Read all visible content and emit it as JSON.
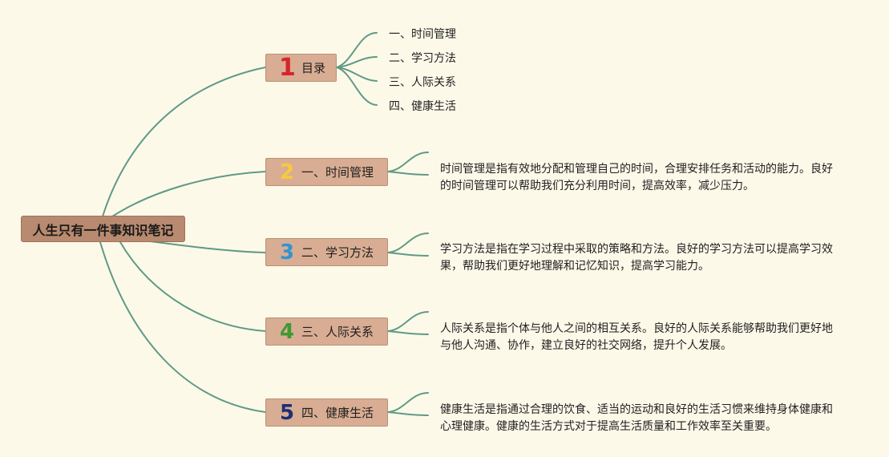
{
  "root": {
    "label": "人生只有一件事知识笔记"
  },
  "branches": [
    {
      "number": "1",
      "label": "目录"
    },
    {
      "number": "2",
      "label": "一、时间管理"
    },
    {
      "number": "3",
      "label": "二、学习方法"
    },
    {
      "number": "4",
      "label": "三、人际关系"
    },
    {
      "number": "5",
      "label": "四、健康生活"
    }
  ],
  "toc": [
    "一、时间管理",
    "二、学习方法",
    "三、人际关系",
    "四、健康生活"
  ],
  "descriptions": [
    "时间管理是指有效地分配和管理自己的时间，合理安排任务和活动的能力。良好的时间管理可以帮助我们充分利用时间，提高效率，减少压力。",
    "学习方法是指在学习过程中采取的策略和方法。良好的学习方法可以提高学习效果，帮助我们更好地理解和记忆知识，提高学习能力。",
    "人际关系是指个体与他人之间的相互关系。良好的人际关系能够帮助我们更好地与他人沟通、协作，建立良好的社交网络，提升个人发展。",
    "健康生活是指通过合理的饮食、适当的运动和良好的生活习惯来维持身体健康和心理健康。健康的生活方式对于提高生活质量和工作效率至关重要。"
  ],
  "colors": {
    "background": "#fdf9e9",
    "connector": "#5f9a86",
    "root_fill": "#b88a6f",
    "branch_fill": "#d9ad93"
  }
}
